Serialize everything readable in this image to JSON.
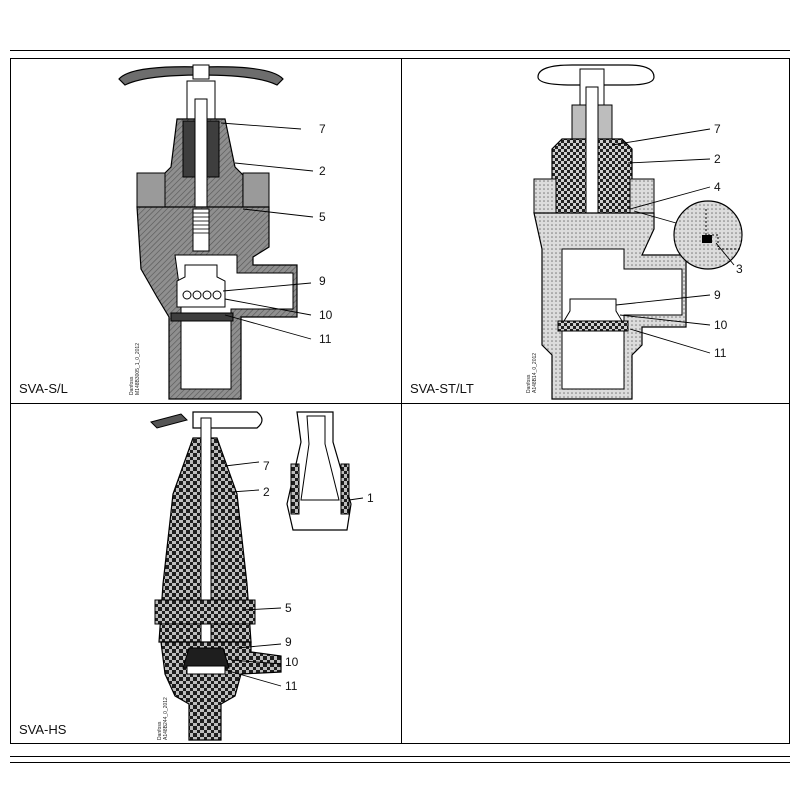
{
  "panels": [
    {
      "title": "SVA-S/L",
      "credit": {
        "brand": "Danfoss",
        "code": "M148B3005_1_0_2012"
      },
      "callouts": [
        "7",
        "2",
        "5",
        "9",
        "10",
        "11"
      ]
    },
    {
      "title": "SVA-ST/LT",
      "credit": {
        "brand": "Danfoss",
        "code": "A148B14_0_2012"
      },
      "callouts": [
        "7",
        "2",
        "4",
        "3",
        "9",
        "10",
        "11"
      ]
    },
    {
      "title": "SVA-HS",
      "credit": {
        "brand": "Danfoss",
        "code": "A148B244_0_2012"
      },
      "callouts": [
        "7",
        "2",
        "1",
        "5",
        "9",
        "10",
        "11"
      ]
    }
  ],
  "colors": {
    "line": "#000000",
    "dark_fill": "#555555",
    "mid_fill": "#9a9a9a",
    "light_fill": "#c8c8c8"
  }
}
